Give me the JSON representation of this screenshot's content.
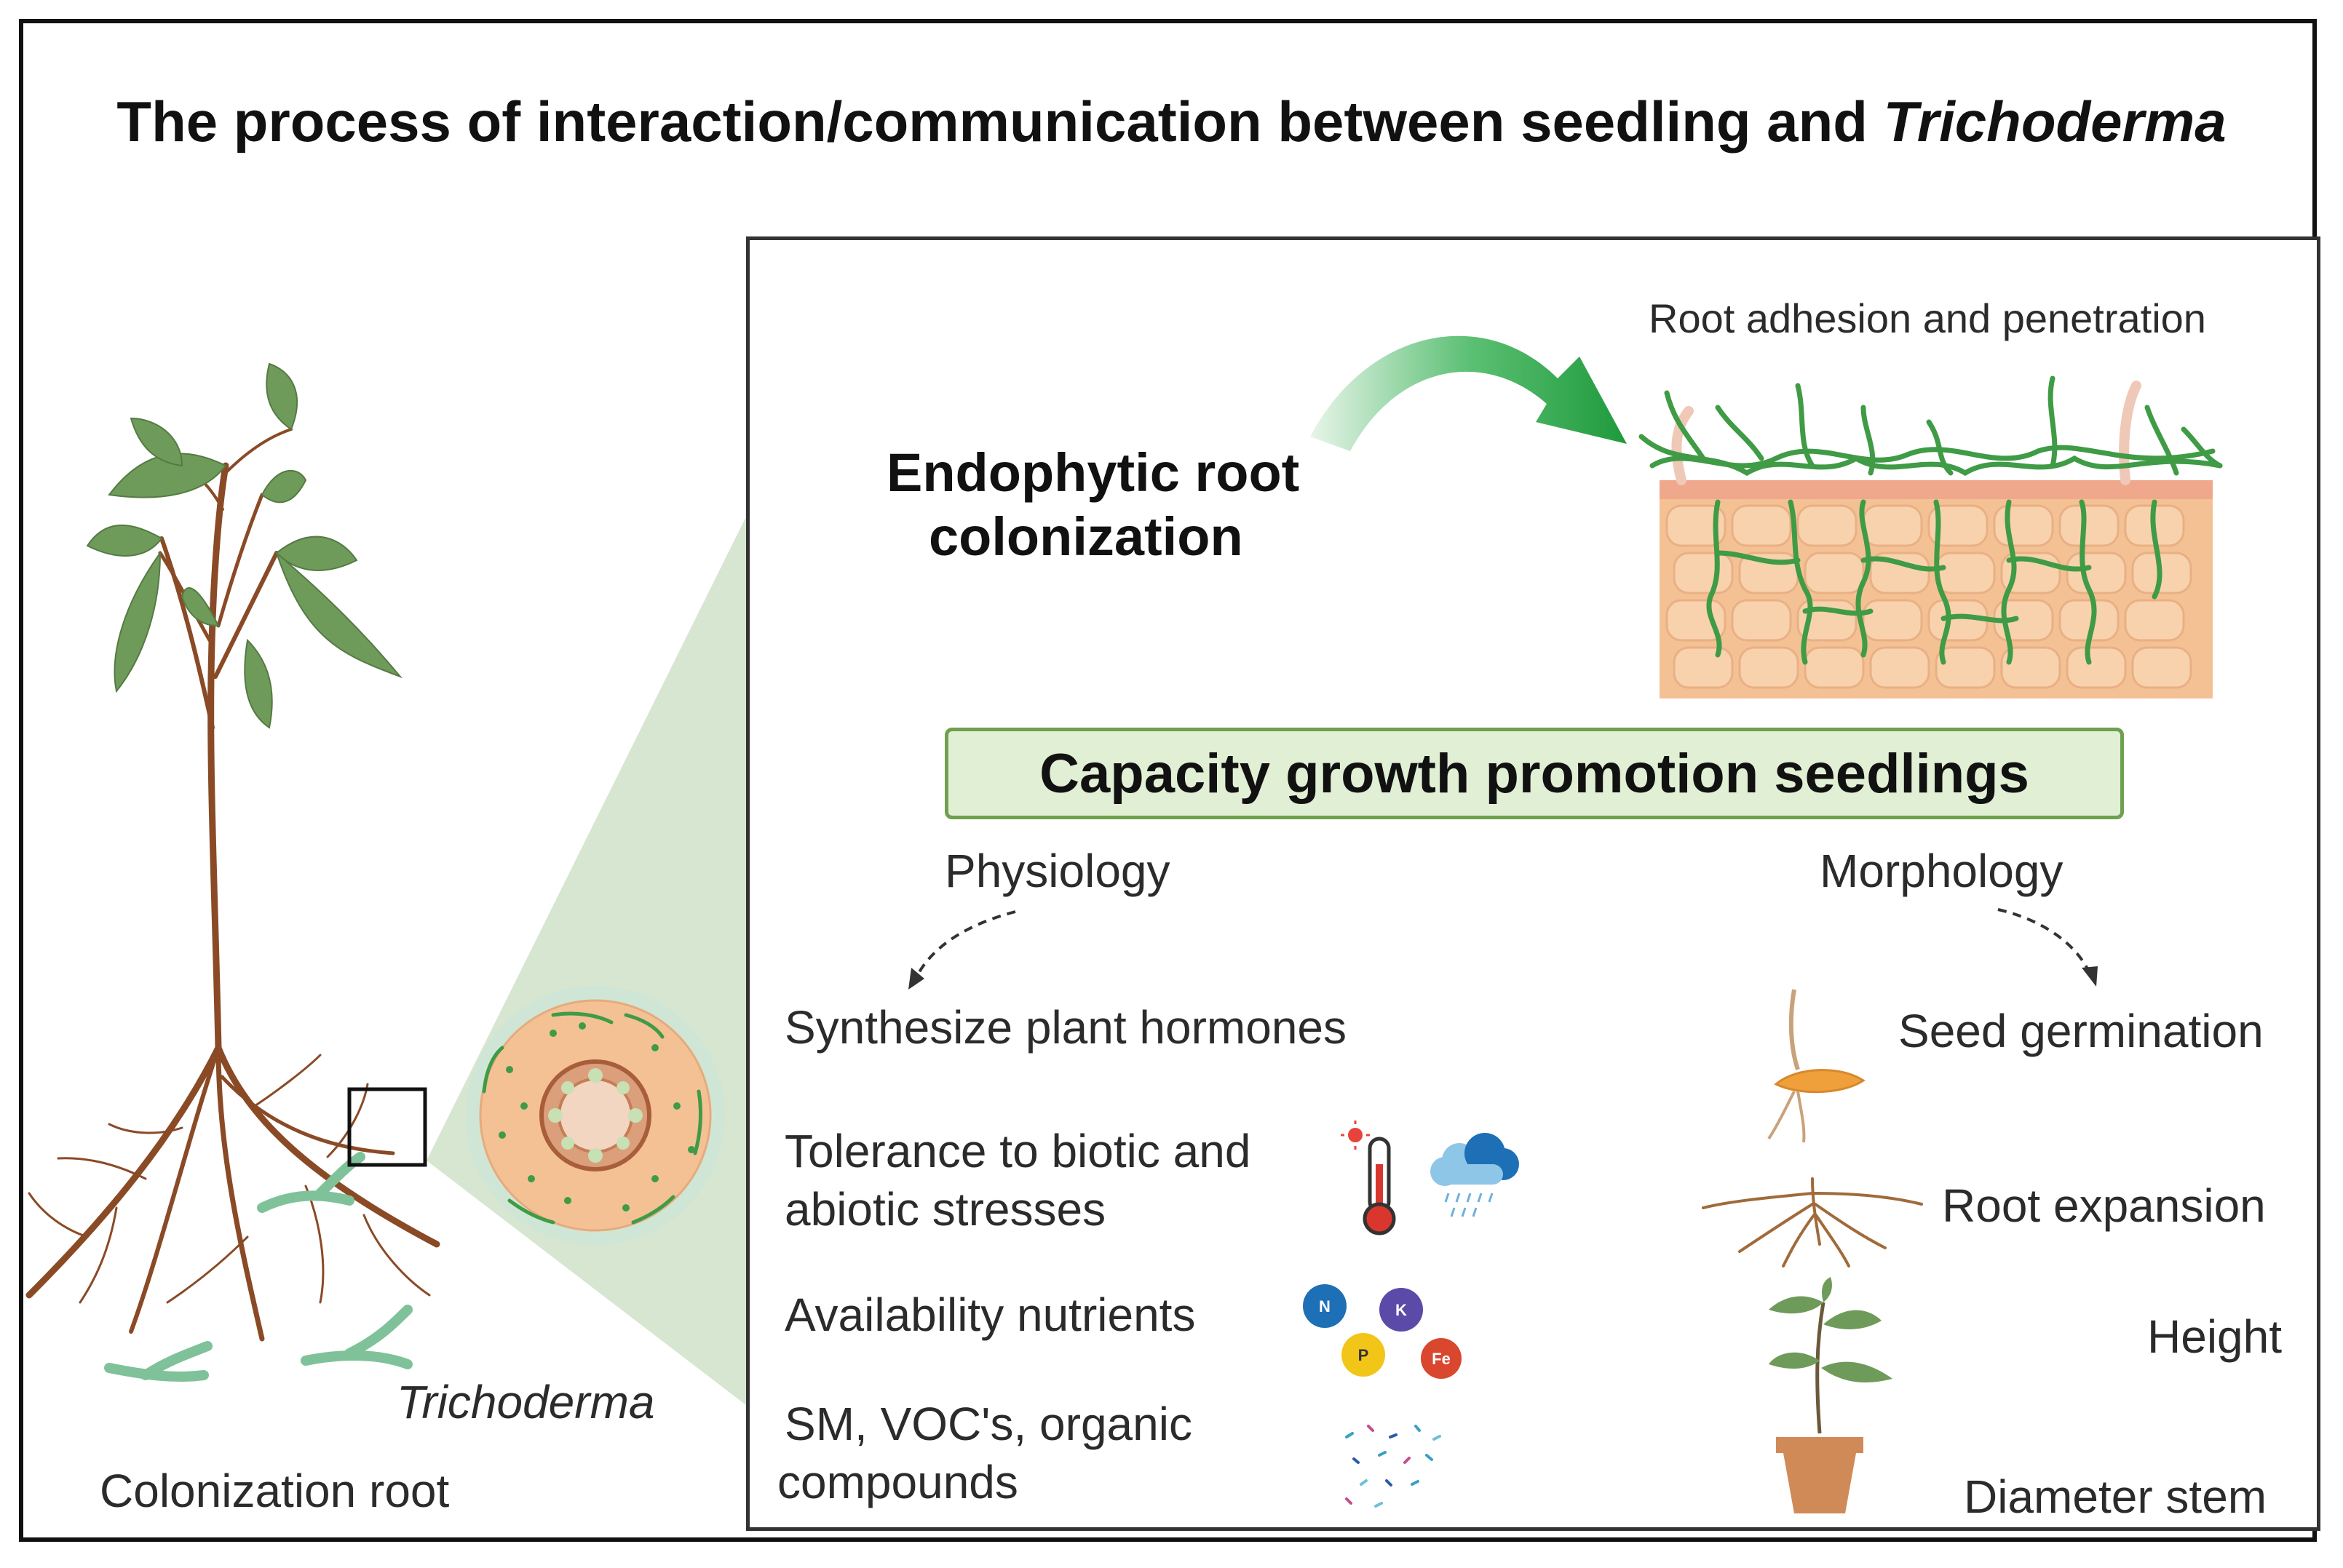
{
  "title": {
    "main": "The process of interaction/communication between seedling and",
    "italic": "Trichoderma"
  },
  "left_panel": {
    "fungus_label": "Trichoderma",
    "caption": "Colonization root"
  },
  "inner": {
    "adhesion_label": "Root adhesion and penetration",
    "endophytic_line1": "Endophytic root",
    "endophytic_line2": "colonization",
    "growth_box": "Capacity growth promotion seedlings",
    "physiology": {
      "heading": "Physiology",
      "items": [
        "Synthesize plant hormones",
        "Tolerance to biotic and",
        "abiotic stresses",
        "Availability nutrients",
        "SM, VOC's, organic",
        "compounds"
      ]
    },
    "morphology": {
      "heading": "Morphology",
      "items": [
        "Seed germination",
        "Root  expansion",
        "Height",
        "Diameter stem"
      ]
    },
    "nutrients": [
      "N",
      "K",
      "P",
      "Fe"
    ]
  },
  "colors": {
    "fungus_green": "#3f9b45",
    "arrow_green": "#1f9a3c",
    "root_brown": "#8a4a26",
    "tissue_orange": "#f4c195",
    "box_fill": "#e1efd5",
    "box_border": "#6fa04f",
    "zoom_cone": "#d7e6d1"
  },
  "icons": [
    "thermometer-icon",
    "rain-cloud-icon",
    "seed-icon",
    "root-icon",
    "potted-plant-icon",
    "particles-icon"
  ]
}
